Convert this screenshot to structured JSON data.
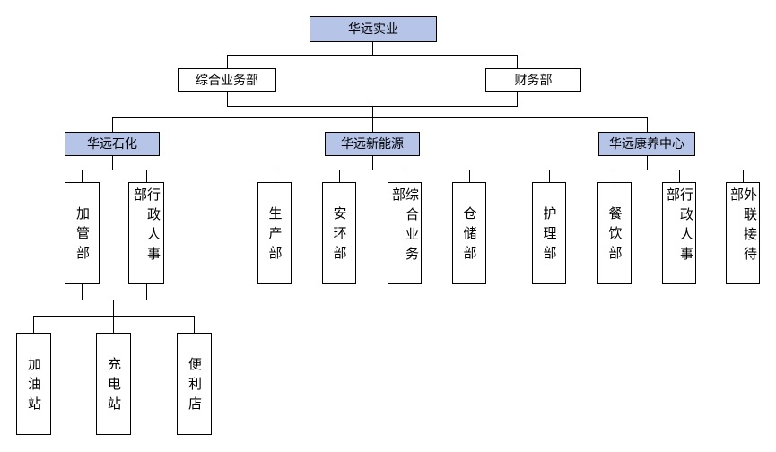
{
  "org_chart": {
    "root": {
      "label": "华远实业"
    },
    "level2": [
      {
        "label": "综合业务部"
      },
      {
        "label": "财务部"
      }
    ],
    "divisions": [
      {
        "label": "华远石化",
        "children": [
          {
            "label": "加管部"
          },
          {
            "label": "行政人事部"
          }
        ]
      },
      {
        "label": "华远新能源",
        "children": [
          {
            "label": "生产部"
          },
          {
            "label": "安环部"
          },
          {
            "label": "综合业务部"
          },
          {
            "label": "仓储部"
          }
        ]
      },
      {
        "label": "华远康养中心",
        "children": [
          {
            "label": "护理部"
          },
          {
            "label": "餐饮部"
          },
          {
            "label": "行政人事部"
          },
          {
            "label": "外联接待部"
          }
        ]
      }
    ],
    "petrochemical_sub_units": [
      {
        "label": "加油站"
      },
      {
        "label": "充电站"
      },
      {
        "label": "便利店"
      }
    ],
    "colors": {
      "highlight_box_fill": "#B6C4E8",
      "default_box_fill": "#FFFFFF",
      "border": "#000000",
      "connector": "#000000",
      "text": "#000000",
      "background": "#FFFFFF"
    }
  }
}
